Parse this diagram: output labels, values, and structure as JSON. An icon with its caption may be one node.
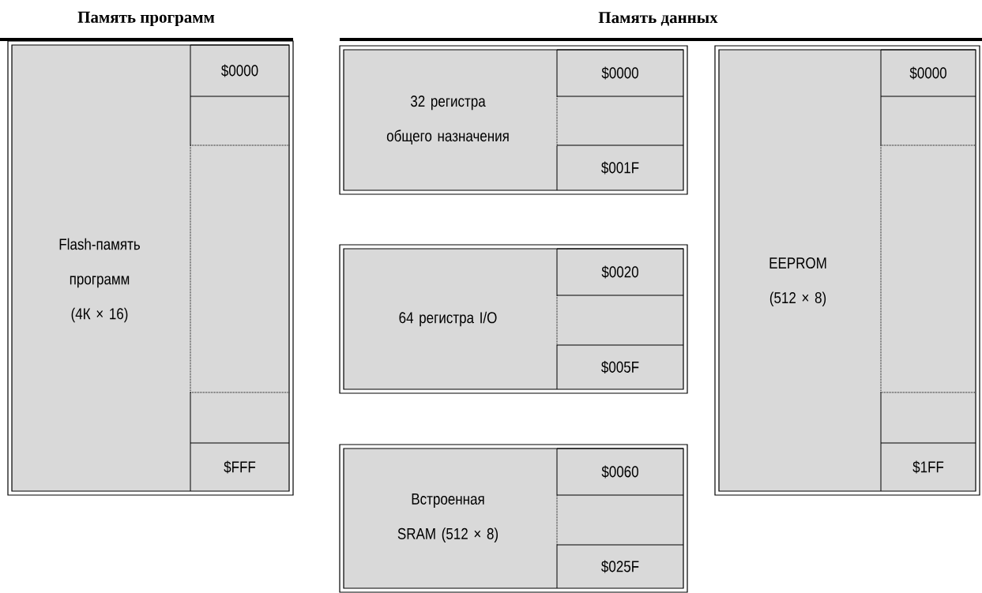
{
  "diagram": {
    "nodes": [
      {
        "text": [
          "Flash-память программ (4К × 16)"
        ]
      },
      {
        "text": [
          "$0000"
        ],
        "in": 0
      },
      {
        "text": [],
        "shape": "box",
        "in": 0
      },
      {
        "text": [],
        "shape": "box",
        "in": 0
      },
      {
        "text": [],
        "shape": "box",
        "in": 0
      },
      {
        "text": [
          "$FFF"
        ],
        "in": 0
      },
      {
        "text": [
          "32 регистра общего назначения"
        ]
      },
      {
        "text": [
          "$0000"
        ],
        "in": 6
      },
      {
        "text": [],
        "shape": "box",
        "in": 6
      },
      {
        "text": [
          "$001F"
        ],
        "in": 6
      },
      {
        "text": [
          "64 регистра I/O"
        ]
      },
      {
        "text": [
          "$0020"
        ],
        "in": 10
      },
      {
        "text": [],
        "shape": "box",
        "in": 10
      },
      {
        "text": [
          "$005F"
        ],
        "in": 10
      },
      {
        "text": [
          "Встроенная SRAM (512 × 8)"
        ]
      },
      {
        "text": [
          "$0060"
        ],
        "in": 14
      },
      {
        "text": [],
        "shape": "box",
        "in": 14
      },
      {
        "text": [
          "$025F"
        ],
        "in": 14
      },
      {
        "text": [
          "EEPROM (512 × 8)"
        ]
      },
      {
        "text": [
          "$0000"
        ],
        "in": 18
      },
      {
        "text": [],
        "shape": "box",
        "in": 18
      },
      {
        "text": [],
        "shape": "box",
        "in": 18
      },
      {
        "text": [],
        "shape": "box",
        "in": 18
      },
      {
        "text": [
          "$1FF"
        ],
        "in": 18
      }
    ],
    "labels": [
      "Память программ",
      "Память данных"
    ]
  }
}
